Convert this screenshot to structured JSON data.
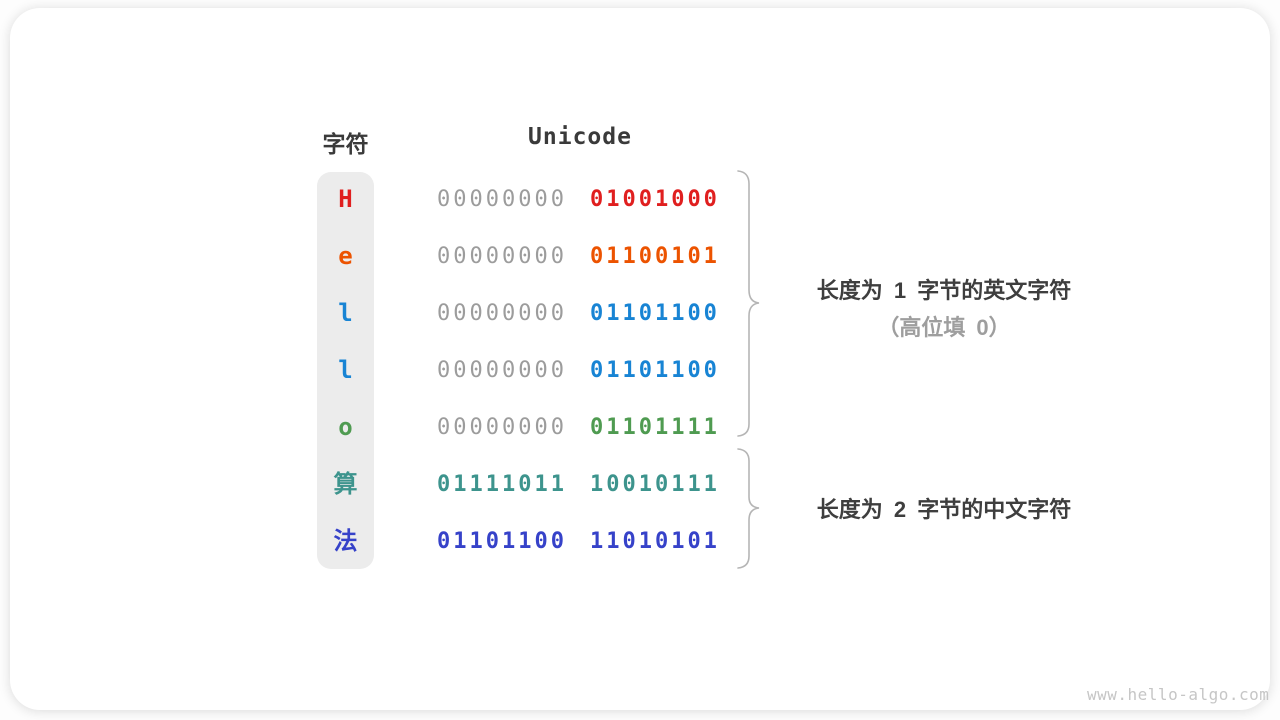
{
  "palette": {
    "header_text": "#3a3a3a",
    "pad_zero_gray": "#9c9c9c",
    "char_column_bg": "#ececec",
    "brace_stroke": "#b5b5b5",
    "annotation_text": "#3e3e3e",
    "annotation_muted": "#9e9e9e",
    "watermark_gray": "#c6c6c6",
    "red": "#e01f1f",
    "orange": "#ec5300",
    "blue": "#1884d4",
    "green": "#4f9b51",
    "teal": "#3d948d",
    "indigo": "#3642c9"
  },
  "table": {
    "headers": {
      "char": "字符",
      "unicode": "Unicode"
    },
    "rows": [
      {
        "char": "H",
        "color": "#e01f1f",
        "bytes": [
          {
            "text": "00000000",
            "color": "#9c9c9c",
            "bold": false
          },
          {
            "text": "01001000",
            "color": "#e01f1f",
            "bold": true
          }
        ]
      },
      {
        "char": "e",
        "color": "#ec5300",
        "bytes": [
          {
            "text": "00000000",
            "color": "#9c9c9c",
            "bold": false
          },
          {
            "text": "01100101",
            "color": "#ec5300",
            "bold": true
          }
        ]
      },
      {
        "char": "l",
        "color": "#1884d4",
        "bytes": [
          {
            "text": "00000000",
            "color": "#9c9c9c",
            "bold": false
          },
          {
            "text": "01101100",
            "color": "#1884d4",
            "bold": true
          }
        ]
      },
      {
        "char": "l",
        "color": "#1884d4",
        "bytes": [
          {
            "text": "00000000",
            "color": "#9c9c9c",
            "bold": false
          },
          {
            "text": "01101100",
            "color": "#1884d4",
            "bold": true
          }
        ]
      },
      {
        "char": "o",
        "color": "#4f9b51",
        "bytes": [
          {
            "text": "00000000",
            "color": "#9c9c9c",
            "bold": false
          },
          {
            "text": "01101111",
            "color": "#4f9b51",
            "bold": true
          }
        ]
      },
      {
        "char": "算",
        "color": "#3d948d",
        "bytes": [
          {
            "text": "01111011",
            "color": "#3d948d",
            "bold": true
          },
          {
            "text": "10010111",
            "color": "#3d948d",
            "bold": true
          }
        ]
      },
      {
        "char": "法",
        "color": "#3642c9",
        "bytes": [
          {
            "text": "01101100",
            "color": "#3642c9",
            "bold": true
          },
          {
            "text": "11010101",
            "color": "#3642c9",
            "bold": true
          }
        ]
      }
    ]
  },
  "annotations": {
    "english_group": {
      "line1": "长度为 1 字节的英文字符",
      "line2": "（高位填 0）"
    },
    "chinese_group": {
      "line1": "长度为 2 字节的中文字符"
    }
  },
  "page": {
    "watermark": "www.hello-algo.com"
  }
}
